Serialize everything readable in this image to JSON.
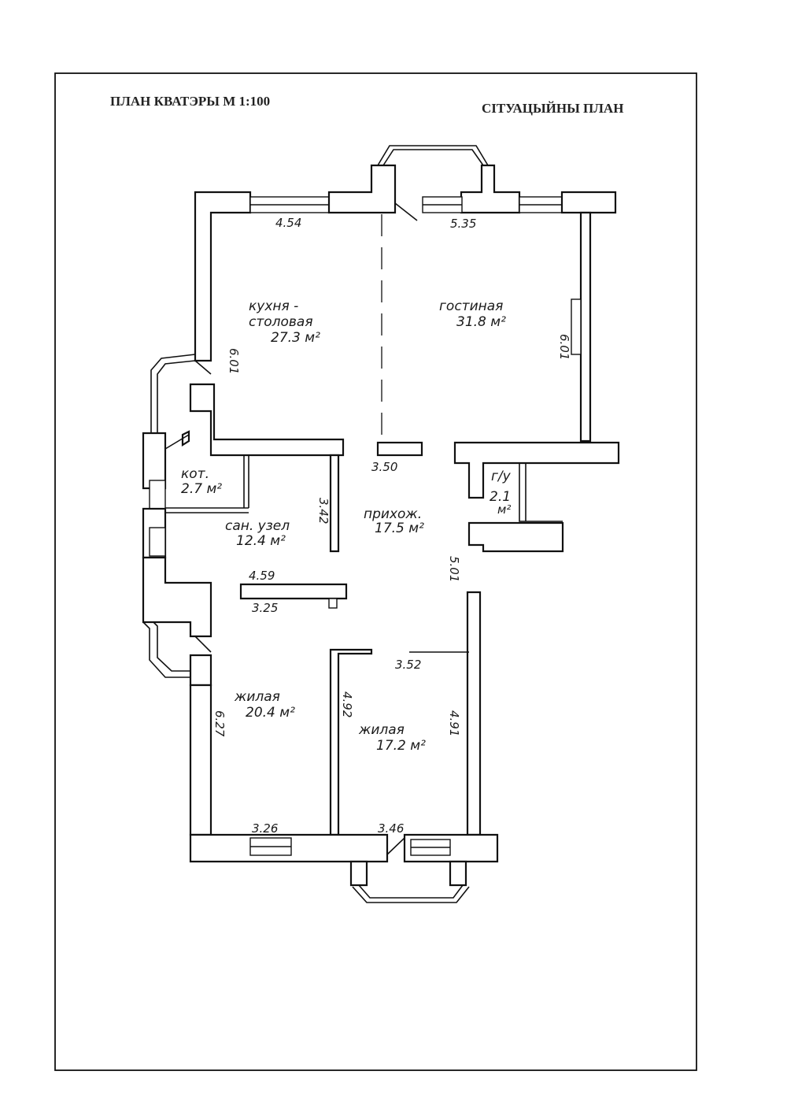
{
  "header": {
    "left_title": "ПЛАН КВАТЭРЫ М 1:100",
    "right_title": "СІТУАЦЫЙНЫ ПЛАН"
  },
  "rooms": {
    "kitchen_line1": "кухня -",
    "kitchen_line2": "столовая",
    "kitchen_area": "27.3 м²",
    "living_name": "гостиная",
    "living_area": "31.8 м²",
    "boiler_name": "кот.",
    "boiler_area": "2.7 м²",
    "bath_name": "сан. узел",
    "bath_area": "12.4 м²",
    "hall_name": "прихож.",
    "hall_area": "17.5 м²",
    "wardrobe_name": "г/у",
    "wardrobe_area": "2.1",
    "wardrobe_unit": "м²",
    "bedroom1_name": "жилая",
    "bedroom1_area": "20.4 м²",
    "bedroom2_name": "жилая",
    "bedroom2_area": "17.2 м²"
  },
  "dimensions": {
    "d454": "4.54",
    "d535": "5.35",
    "d601_left": "6.01",
    "d601_right": "6.01",
    "d350": "3.50",
    "d342": "3.42",
    "d459": "4.59",
    "d325": "3.25",
    "d501": "5.01",
    "d352": "3.52",
    "d627": "6.27",
    "d492": "4.92",
    "d491": "4.91",
    "d326": "3.26",
    "d346": "3.46"
  }
}
